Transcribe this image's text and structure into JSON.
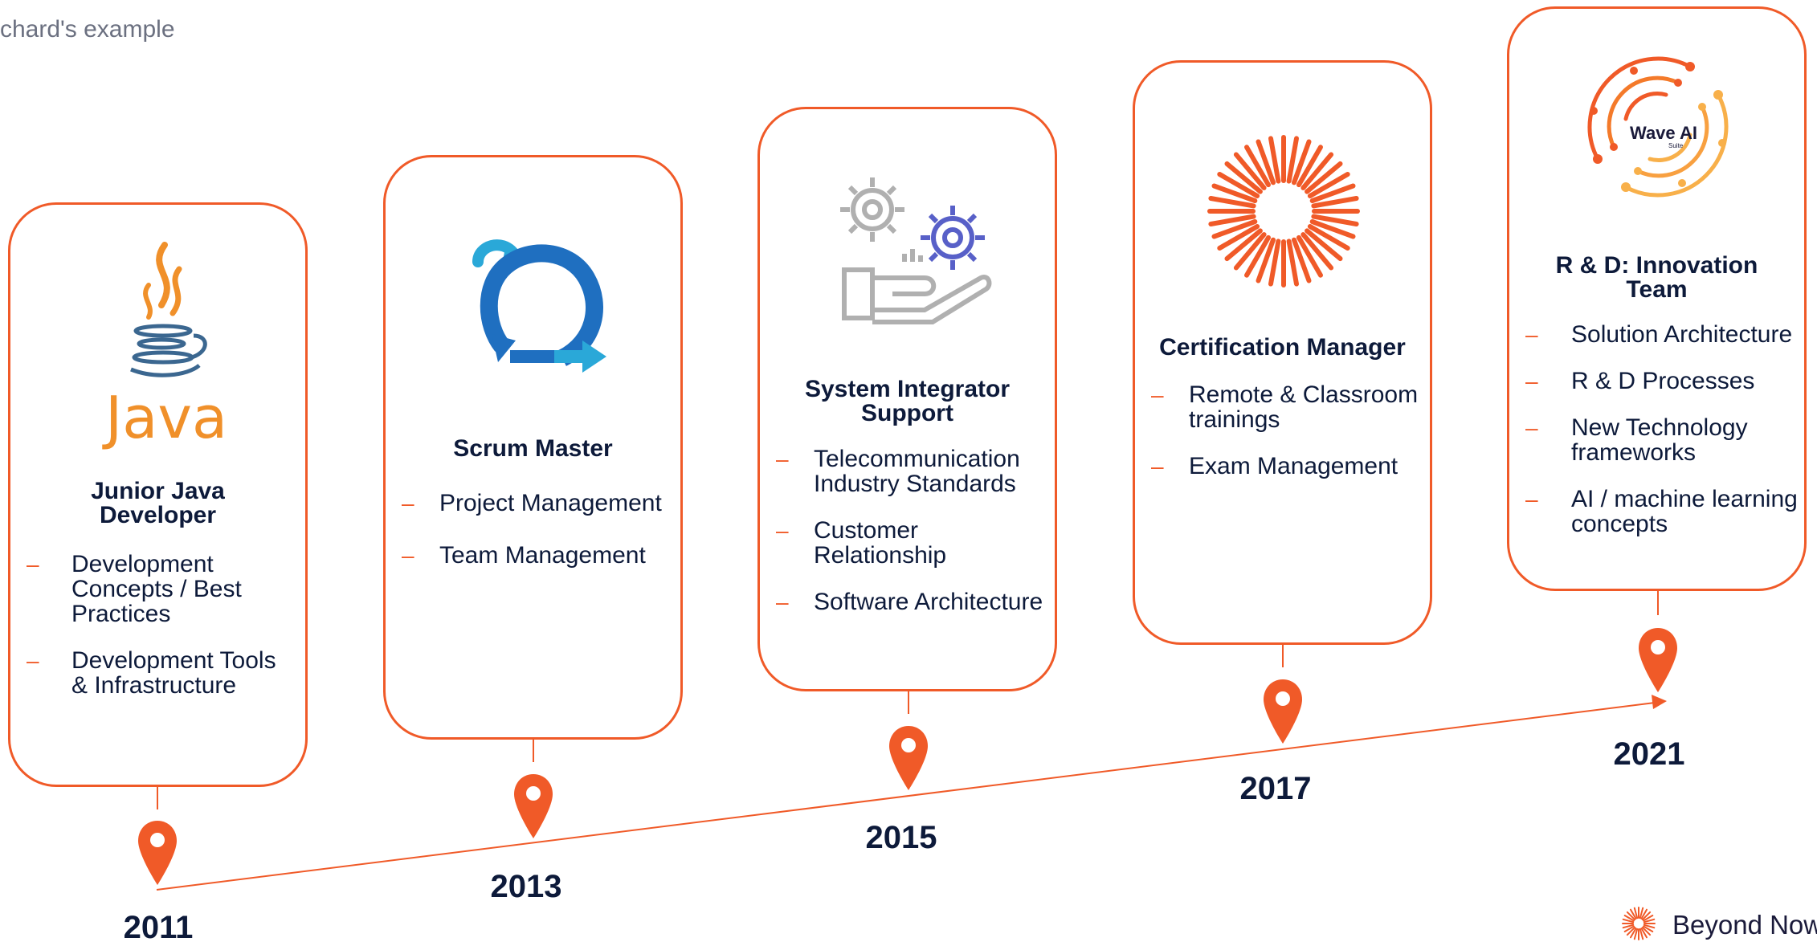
{
  "page": {
    "title": "chard's example"
  },
  "milestones": [
    {
      "year": "2011",
      "title": "Junior Java Developer",
      "logo_text": "Java",
      "bullets": [
        "Development Concepts / Best Practices",
        "Development Tools & Infrastructure"
      ]
    },
    {
      "year": "2013",
      "title": "Scrum Master",
      "bullets": [
        "Project Management",
        "Team Management"
      ]
    },
    {
      "year": "2015",
      "title": "System Integrator Support",
      "bullets": [
        "Telecommunication Industry Standards",
        "Customer Relationship",
        "Software Architecture"
      ]
    },
    {
      "year": "2017",
      "title": "Certification Manager",
      "bullets": [
        "Remote & Classroom trainings",
        "Exam Management"
      ]
    },
    {
      "year": "2021",
      "title": "R & D: Innovation Team",
      "logo_text": "Wave AI",
      "logo_subtext": "Suite",
      "bullets": [
        "Solution Architecture",
        "R & D Processes",
        "New Technology frameworks",
        "AI / machine learning concepts"
      ]
    }
  ],
  "brand": {
    "name": "Beyond Now",
    "accent": "#f05a28",
    "navy": "#0d1a3a"
  }
}
